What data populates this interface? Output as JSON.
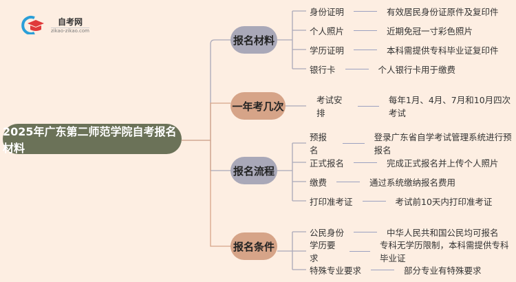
{
  "logo": {
    "title": "自考网",
    "url": "zikao-zikao.com"
  },
  "root": "2025年广东第二师范学院自考报名材料",
  "branches": [
    {
      "label": "报名材料",
      "items": [
        {
          "k": "身份证明",
          "v": "有效居民身份证原件及复印件"
        },
        {
          "k": "个人照片",
          "v": "近期免冠一寸彩色照片"
        },
        {
          "k": "学历证明",
          "v": "本科需提供专科毕业证复印件"
        },
        {
          "k": "银行卡",
          "v": "个人银行卡用于缴费"
        }
      ]
    },
    {
      "label": "一年考几次",
      "items": [
        {
          "k": "考试安排",
          "v": "每年1月、4月、7月和10月四次考试"
        }
      ]
    },
    {
      "label": "报名流程",
      "items": [
        {
          "k": "预报名",
          "v": "登录广东省自学考试管理系统进行预报名"
        },
        {
          "k": "正式报名",
          "v": "完成正式报名并上传个人照片"
        },
        {
          "k": "缴费",
          "v": "通过系统缴纳报名费用"
        },
        {
          "k": "打印准考证",
          "v": "考试前10天内打印准考证"
        }
      ]
    },
    {
      "label": "报名条件",
      "items": [
        {
          "k": "公民身份",
          "v": "中华人民共和国公民均可报名"
        },
        {
          "k": "学历要求",
          "v": "专科无学历限制，本科需提供专科毕业证"
        },
        {
          "k": "特殊专业要求",
          "v": "部分专业有特殊要求"
        }
      ]
    }
  ]
}
